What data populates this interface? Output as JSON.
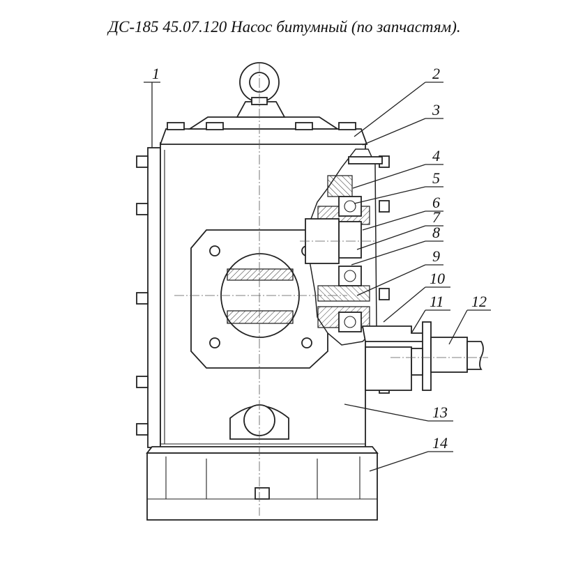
{
  "title": "ДС-185 45.07.120 Насос битумный (по запчастям).",
  "callouts": [
    "1",
    "2",
    "3",
    "4",
    "5",
    "6",
    "7",
    "8",
    "9",
    "10",
    "11",
    "12",
    "13",
    "14"
  ]
}
